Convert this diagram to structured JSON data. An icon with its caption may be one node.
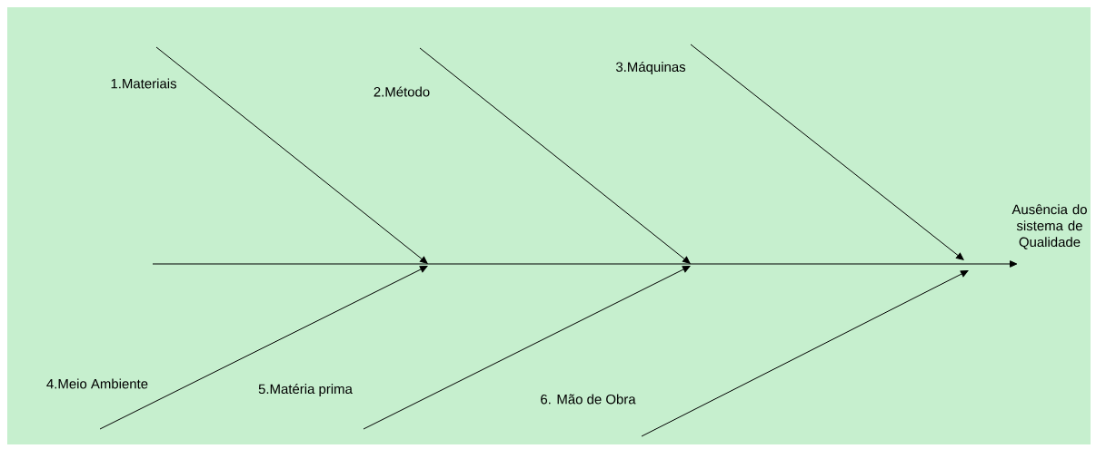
{
  "diagram": {
    "nodes": [
      {
        "text": [
          "1.Materiais"
        ]
      },
      {
        "text": [
          "2.Método"
        ]
      },
      {
        "text": [
          "3.Máquinas"
        ]
      },
      {
        "text": [
          "4.Meio Ambiente"
        ]
      },
      {
        "text": [
          "5.Matéria prima"
        ]
      },
      {
        "text": [
          "6. Mão de Obra"
        ]
      },
      {
        "text": [
          "Ausência do sistema de Qualidade"
        ]
      }
    ],
    "edges": [
      {
        "from": 0,
        "to": null,
        "arrow": "to"
      },
      {
        "from": 1,
        "to": null,
        "arrow": "to"
      },
      {
        "from": 2,
        "to": null,
        "arrow": "to"
      },
      {
        "from": 3,
        "to": null,
        "arrow": "to"
      },
      {
        "from": 4,
        "to": null,
        "arrow": "to"
      },
      {
        "from": 5,
        "to": null,
        "arrow": "to"
      },
      {
        "from": null,
        "to": 6,
        "arrow": "to"
      }
    ]
  }
}
